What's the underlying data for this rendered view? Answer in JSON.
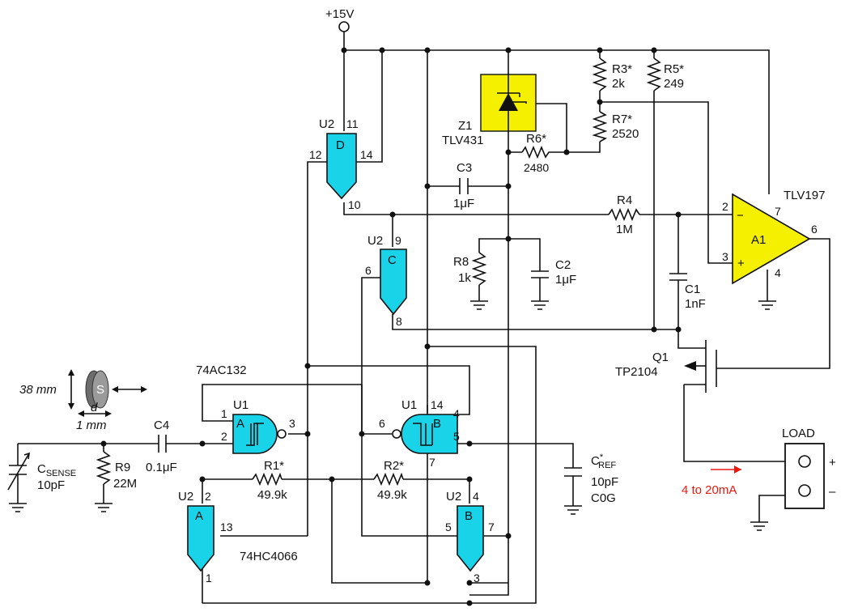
{
  "supply": "+15V",
  "ics": {
    "u1_family": "74AC132",
    "u2_family": "74HC4066",
    "u1": "U1",
    "u2": "U2",
    "gate_a": "A",
    "gate_b": "B",
    "gate_c": "C",
    "gate_d": "D",
    "opamp_name": "A1",
    "opamp_part": "TLV197"
  },
  "pins": {
    "u2d_11": "11",
    "u2d_12": "12",
    "u2d_14": "14",
    "u2d_10": "10",
    "u2c_9": "9",
    "u2c_6": "6",
    "u2c_8": "8",
    "u1a_1": "1",
    "u1a_2": "2",
    "u1a_3": "3",
    "u1b_6": "6",
    "u1b_14": "14",
    "u1b_4": "4",
    "u1b_5": "5",
    "u1b_7": "7",
    "u2a_2": "2",
    "u2a_13": "13",
    "u2a_1": "1",
    "u2b_4": "4",
    "u2b_5": "5",
    "u2b_7": "7",
    "u2b_3": "3",
    "a1_2": "2",
    "a1_3": "3",
    "a1_7": "7",
    "a1_4": "4",
    "a1_6": "6",
    "minus": "−",
    "plus": "+"
  },
  "components": {
    "z1_name": "Z1",
    "z1_part": "TLV431",
    "r3_name": "R3*",
    "r3_val": "2k",
    "r5_name": "R5*",
    "r5_val": "249",
    "r7_name": "R7*",
    "r7_val": "2520",
    "r6_name": "R6*",
    "r6_val": "2480",
    "c3_name": "C3",
    "c3_val": "1μF",
    "r4_name": "R4",
    "r4_val": "1M",
    "r8_name": "R8",
    "r8_val": "1k",
    "c2_name": "C2",
    "c2_val": "1μF",
    "c1_name": "C1",
    "c1_val": "1nF",
    "q1_name": "Q1",
    "q1_part": "TP2104",
    "c4_name": "C4",
    "c4_val": "0.1μF",
    "r9_name": "R9",
    "r9_val": "22M",
    "csense_name": "C",
    "csense_sub": "SENSE",
    "csense_val": "10pF",
    "r1_name": "R1*",
    "r1_val": "49.9k",
    "r2_name": "R2*",
    "r2_val": "49.9k",
    "cref_name": "C",
    "cref_sup": "*",
    "cref_sub": "REF",
    "cref_val": "10pF",
    "cref_type": "C0G"
  },
  "sensor": {
    "height": "38 mm",
    "gap_symbol": "d",
    "gap": "1 mm",
    "label": "S"
  },
  "load": {
    "title": "LOAD",
    "plus": "+",
    "minus": "–",
    "current": "4 to 20mA"
  },
  "colors": {
    "switch_fill": "#19d3e8",
    "zener_fill": "#f5ef00",
    "opamp_fill": "#f5ef00",
    "current_arrow": "#e8180f"
  }
}
